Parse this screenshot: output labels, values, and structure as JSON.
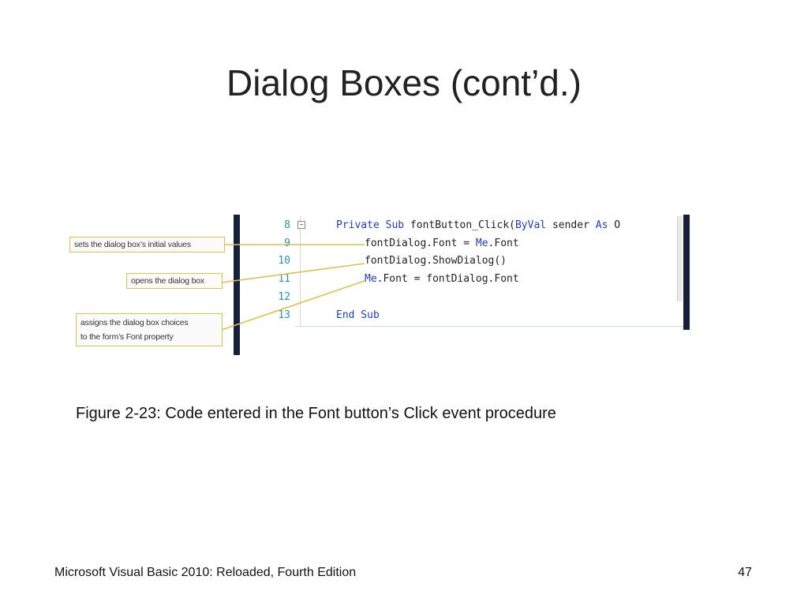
{
  "slide": {
    "title": "Dialog Boxes (cont’d.)",
    "caption": "Figure 2-23: Code entered in the Font button’s Click event procedure",
    "footer": "Microsoft Visual Basic 2010: Reloaded, Fourth Edition",
    "page_number": "47"
  },
  "figure": {
    "line_numbers": [
      "8",
      "9",
      "10",
      "11",
      "12",
      "13"
    ],
    "code": {
      "l8_kw1": "Private Sub",
      "l8_text": " fontButton_Click(",
      "l8_kw2": "ByVal",
      "l8_text2": " sender ",
      "l8_kw3": "As",
      "l8_text3": " O",
      "l9_text": "fontDialog.Font = ",
      "l9_kw": "Me",
      "l9_text2": ".Font",
      "l10_text": "fontDialog.ShowDialog()",
      "l11_kw": "Me",
      "l11_text": ".Font = fontDialog.Font",
      "l13_kw": "End Sub"
    },
    "callouts": {
      "initial_values": "sets the dialog box’s initial values",
      "opens": "opens the dialog box",
      "assigns_line1": "assigns the dialog box choices",
      "assigns_line2": "to the form’s Font property"
    },
    "colors": {
      "keyword": "#1e3fc0",
      "line_number": "#2b91af",
      "leader": "#d6c44c",
      "bar": "#16203a"
    }
  }
}
